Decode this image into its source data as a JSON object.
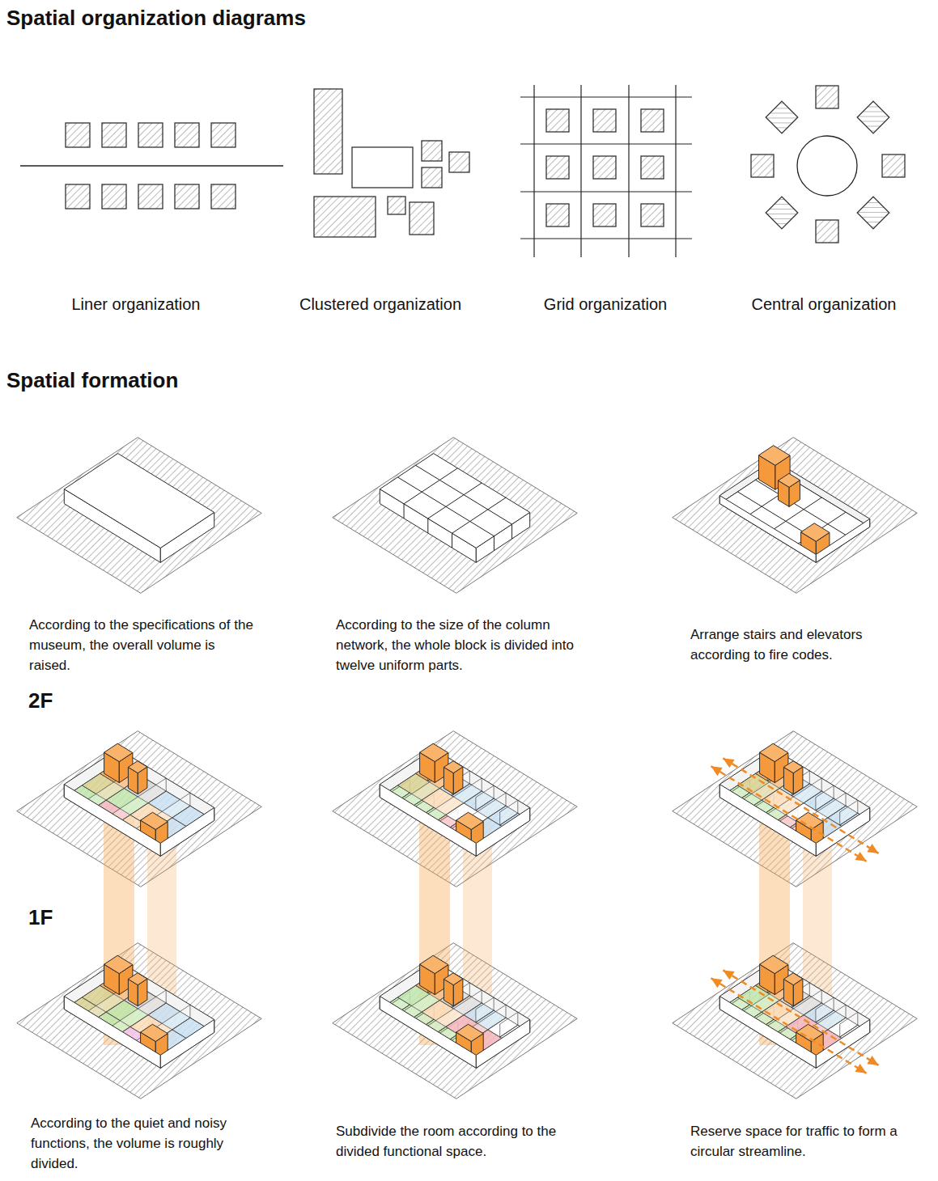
{
  "diagram": {
    "title": "Spatial organization diagrams",
    "labels": [
      "Liner organization",
      "Clustered organization",
      "Grid organization",
      "Central organization",
      "Spatial formation",
      "According to the specifications of the museum, the overall volume is raised.",
      "According to the size of the column network, the whole block is divided into twelve uniform parts.",
      "Arrange stairs and elevators according to fire codes.",
      "2F",
      "1F",
      "According to the quiet and noisy functions, the volume is roughly divided.",
      "Subdivide the room according to the divided functional space.",
      "Reserve space for traffic to form a circular streamline."
    ]
  }
}
